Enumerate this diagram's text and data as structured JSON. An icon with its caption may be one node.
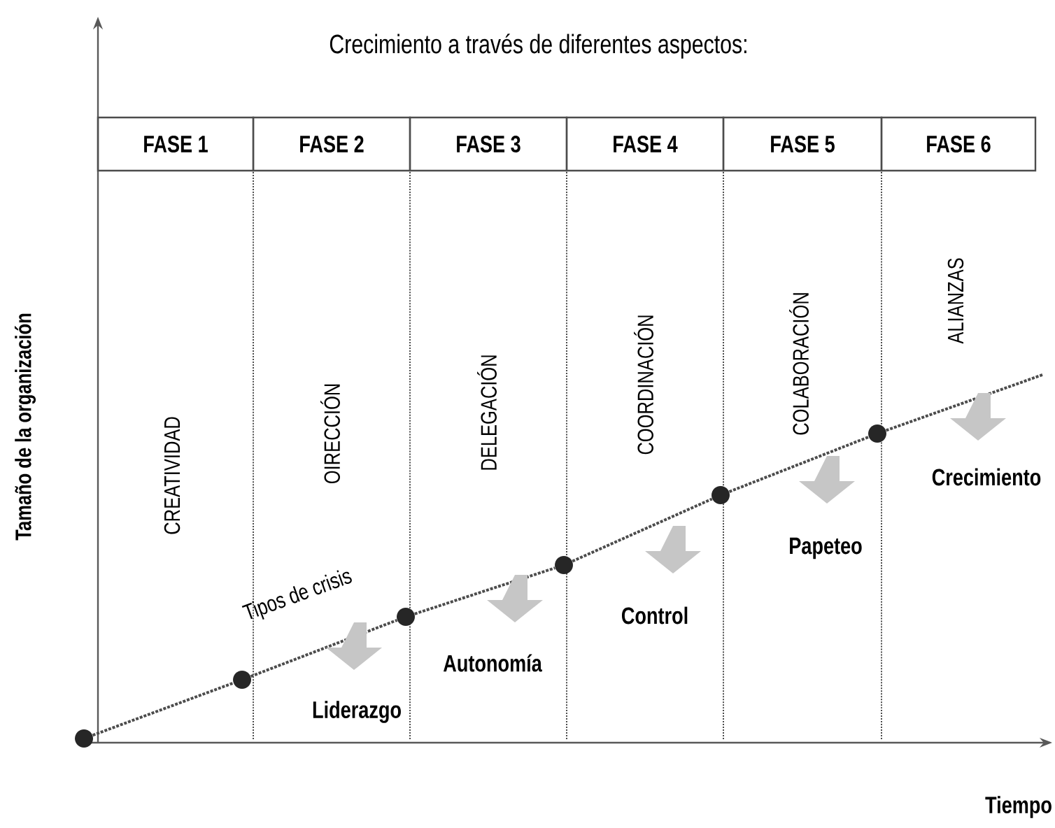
{
  "diagram": {
    "title": "Crecimiento a través de diferentes aspectos:",
    "nodes": [
      {
        "text": [
          "FASE 1"
        ]
      },
      {
        "text": [
          "FASE 2"
        ]
      },
      {
        "text": [
          "FASE 3"
        ]
      },
      {
        "text": [
          "FASE 4"
        ]
      },
      {
        "text": [
          "FASE 5"
        ]
      },
      {
        "text": [
          "FASE 6"
        ]
      },
      {
        "text": [],
        "shape": "circle"
      },
      {
        "text": [],
        "shape": "circle"
      },
      {
        "text": [],
        "shape": "circle"
      },
      {
        "text": [],
        "shape": "circle"
      },
      {
        "text": [],
        "shape": "circle"
      },
      {
        "text": [],
        "shape": "circle"
      }
    ],
    "edges": [
      {
        "from": 6,
        "to": 7,
        "arrow": "none"
      },
      {
        "from": 7,
        "to": 8,
        "arrow": "none"
      },
      {
        "from": 8,
        "to": 9,
        "arrow": "none"
      },
      {
        "from": 9,
        "to": 10,
        "arrow": "none"
      },
      {
        "from": 10,
        "to": 11,
        "arrow": "none"
      },
      {
        "from": 11,
        "to": null,
        "arrow": "none"
      }
    ],
    "labels": [
      "Tamaño de la organización",
      "CREATIVIDAD",
      "OIRECCIÓN",
      "DELEGACIÓN",
      "COORDINACIÓN",
      "COLABORACIÓN",
      "ALIANZAS",
      "Tipos de crisis",
      "Liderazgo",
      "Autonomía",
      "Control",
      "Papeteo",
      "Crecimiento",
      "Tiempo"
    ]
  }
}
